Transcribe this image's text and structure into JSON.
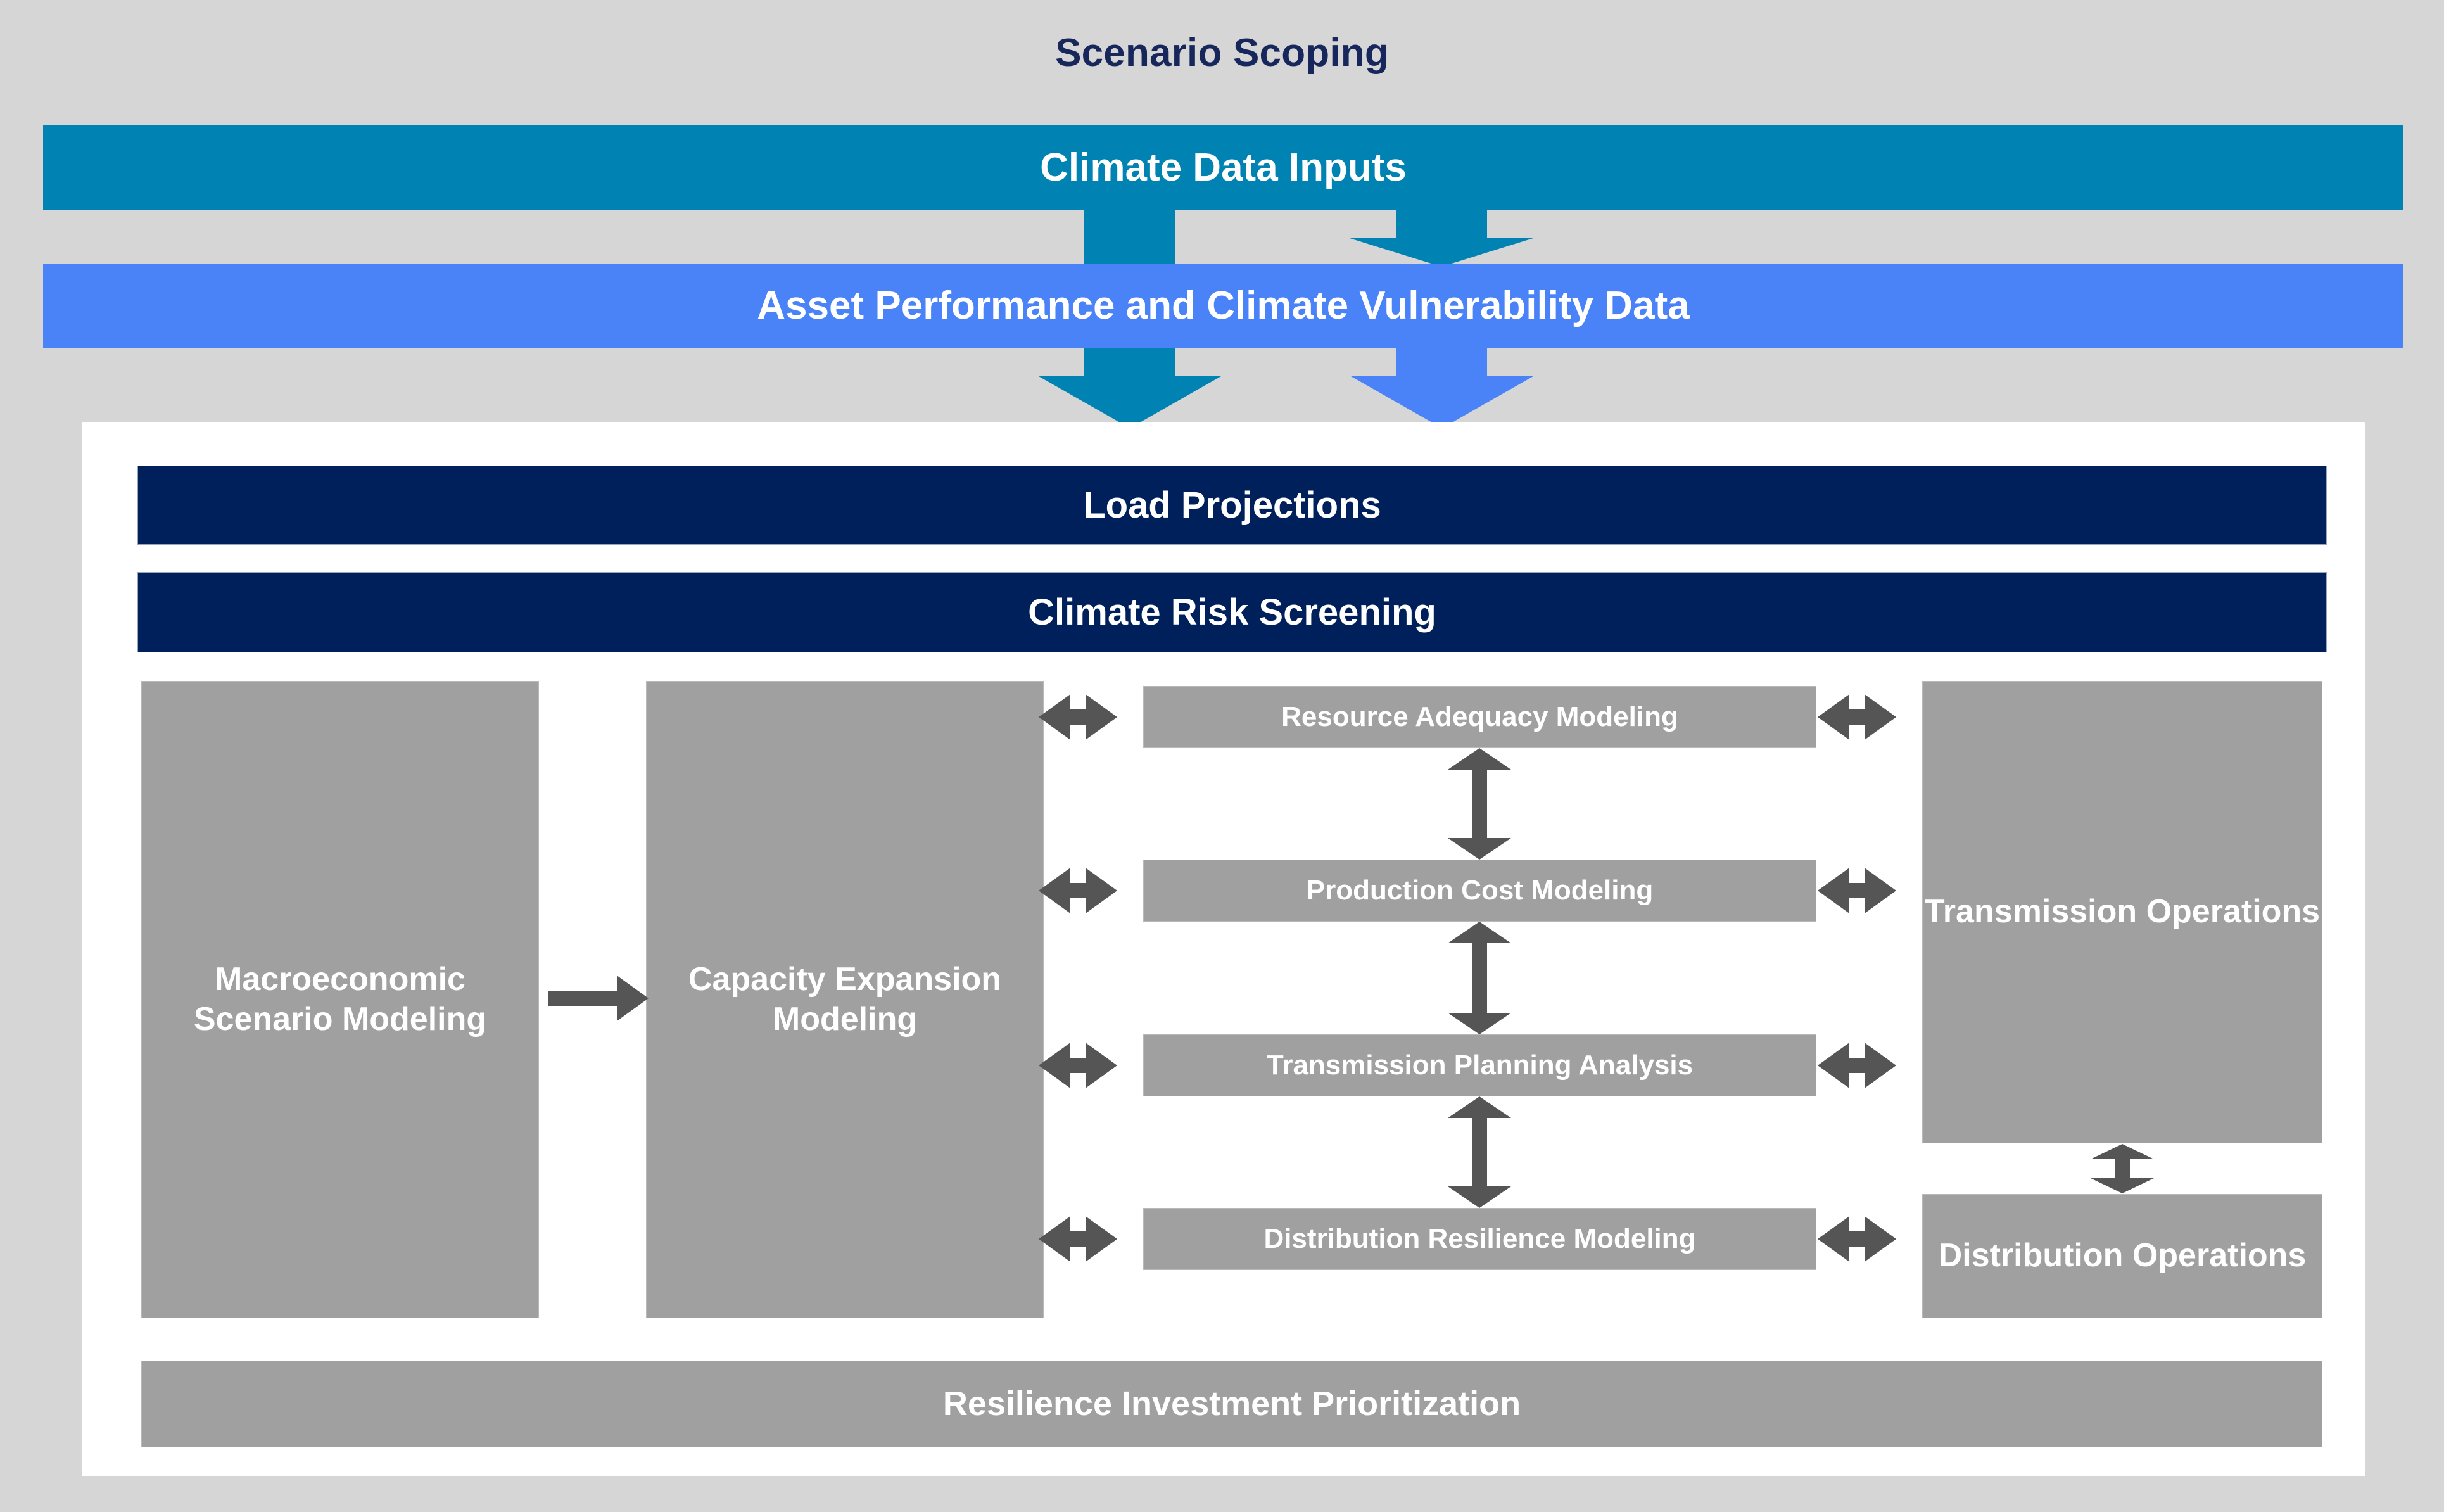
{
  "title": "Scenario Scoping",
  "banners": [
    {
      "label": "Climate Data Inputs",
      "color": "#0082b3"
    },
    {
      "label": "Asset Performance and Climate Vulnerability Data",
      "color": "#4a82f7"
    }
  ],
  "panel": {
    "header_bars": [
      {
        "label": "Load Projections",
        "color": "#00205b"
      },
      {
        "label": "Climate Risk Screening",
        "color": "#00205b"
      }
    ],
    "left_column": [
      {
        "label": "Macroeconomic Scenario Modeling",
        "color": "#a0a0a0"
      },
      {
        "label": "Capacity Expansion Modeling",
        "color": "#a0a0a0"
      }
    ],
    "center_column": [
      {
        "label": "Resource Adequacy Modeling",
        "color": "#a0a0a0"
      },
      {
        "label": "Production Cost Modeling",
        "color": "#a0a0a0"
      },
      {
        "label": "Transmission Planning Analysis",
        "color": "#a0a0a0"
      },
      {
        "label": "Distribution Resilience Modeling",
        "color": "#a0a0a0"
      }
    ],
    "right_column": [
      {
        "label": "Transmission Operations",
        "color": "#a0a0a0"
      },
      {
        "label": "Distribution Operations",
        "color": "#a0a0a0"
      }
    ],
    "footer_bar": {
      "label": "Resilience Investment Prioritization",
      "color": "#a0a0a0"
    }
  },
  "colors": {
    "background": "#d6d6d6",
    "panel": "#ffffff",
    "title_text": "#17275c",
    "teal": "#0082b3",
    "blue": "#4a82f7",
    "navy": "#00205b",
    "gray_box": "#a0a0a0",
    "arrow_dark": "#555555"
  }
}
